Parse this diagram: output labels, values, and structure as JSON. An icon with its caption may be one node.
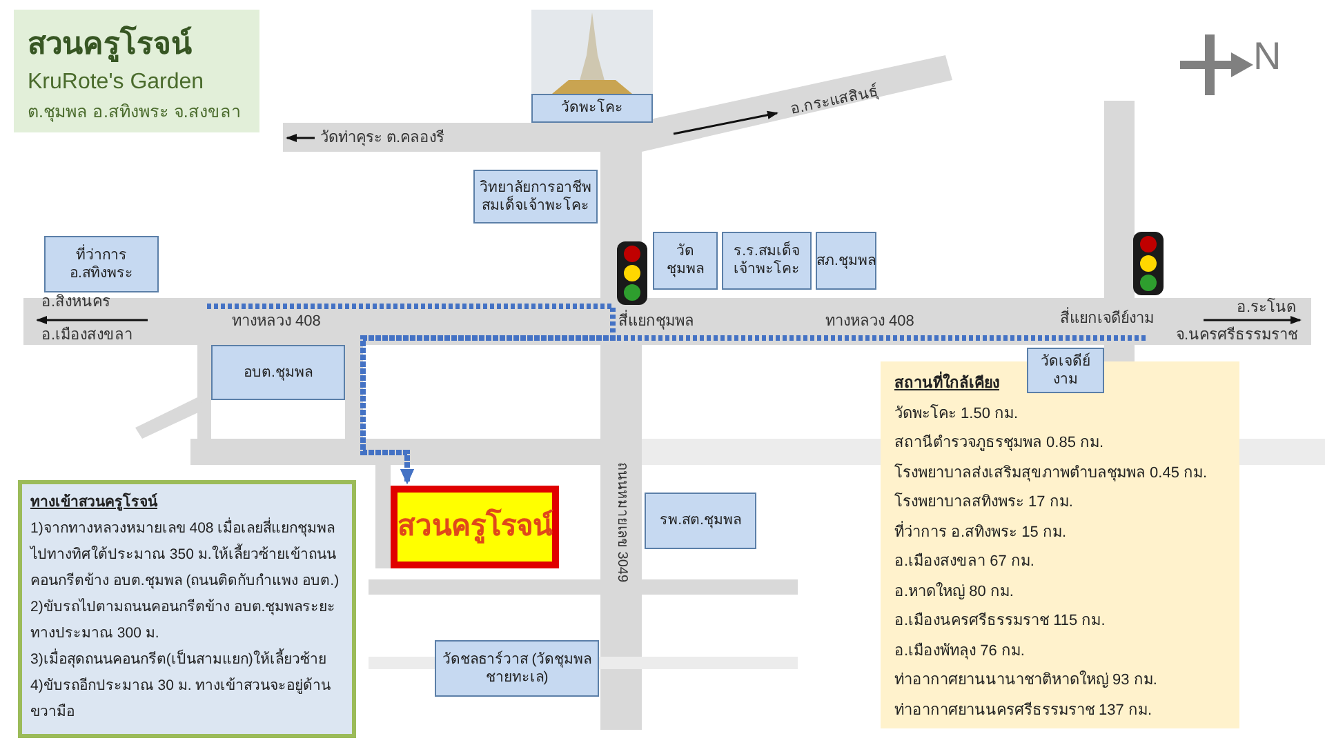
{
  "diagram": {
    "nodes": [
      {
        "text": [
          "สวนครูโรจน์",
          "KruRote's Garden",
          "ต.ชุมพล อ.สทิงพระ จ.สงขลา"
        ]
      },
      {
        "text": [
          "วัดพะโคะ"
        ]
      },
      {
        "text": [
          "วิทยาลัยการอาชีพสมเด็จเจ้าพะโคะ"
        ]
      },
      {
        "text": [
          "ที่ว่าการ อ.สทิงพระ"
        ]
      },
      {
        "text": [
          "วัดชุมพล"
        ]
      },
      {
        "text": [
          "ร.ร.สมเด็จเจ้าพะโคะ"
        ]
      },
      {
        "text": [
          "สภ.ชุมพล"
        ]
      },
      {
        "text": [
          "อบต.ชุมพล"
        ]
      },
      {
        "text": [
          "วัดเจดีย์งาม"
        ]
      },
      {
        "text": [
          "สวนครูโรจน์"
        ]
      },
      {
        "text": [
          "รพ.สต.ชุมพล"
        ]
      },
      {
        "text": [
          "วัดชลธาร์วาส (วัดชุมพลชายทะเล)"
        ]
      },
      {
        "text": [
          "ทางเข้าสวนครูโรจน์",
          "1)จากทางหลวงหมายเลข 408 เมื่อเลยสี่แยกชุมพลไปทางทิศใต้ประมาณ 350 ม.ให้เลี้ยวซ้ายเข้าถนนคอนกรีตข้าง อบต.ชุมพล (ถนนติดกับกำแพง อบต.)",
          "2)ขับรถไปตามถนนคอนกรีตข้าง อบต.ชุมพลระยะทางประมาณ 300 ม.",
          "3)เมื่อสุดถนนคอนกรีต(เป็นสามแยก)ให้เลี้ยวซ้าย",
          "4)ขับรถอีกประมาณ 30 ม. ทางเข้าสวนจะอยู่ด้านขวามือ"
        ]
      },
      {
        "text": [
          "สถานที่ใกล้เคียง",
          "วัดพะโคะ 1.50 กม.",
          "สถานีตำรวจภูธรชุมพล 0.85 กม.",
          "โรงพยาบาลส่งเสริมสุขภาพตำบลชุมพล 0.45 กม.",
          "โรงพยาบาลสทิงพระ 17 กม.",
          "ที่ว่าการ อ.สทิงพระ 15 กม.",
          "อ.เมืองสงขลา 67 กม.",
          "อ.หาดใหญ่ 80 กม.",
          "อ.เมืองนครศรีธรรมราช 115 กม.",
          "อ.เมืองพัทลุง 76 กม.",
          "ท่าอากาศยานนานาชาติหาดใหญ่ 93 กม.",
          "ท่าอากาศยานนครศรีธรรมราช 137 กม."
        ]
      }
    ],
    "edges": [
      {
        "from": null,
        "to": 9,
        "arrow": "to",
        "style": "dashed"
      },
      {
        "from": null,
        "to": 9,
        "arrow": "to",
        "style": "dashed"
      }
    ],
    "labels": [
      "N",
      "อ.กระแสสินธุ์",
      "วัดท่าคุระ ต.คลองรี",
      "อ.สิงหนคร",
      "ทางหลวง 408",
      "สี่แยกชุมพล",
      "ทางหลวง 408",
      "สี่แยกเจดีย์งาม",
      "อ.ระโนด",
      "อ.เมืองสงขลา",
      "จ.นครศรีธรรมราช",
      "ถนนหมายเลข 3049"
    ]
  }
}
